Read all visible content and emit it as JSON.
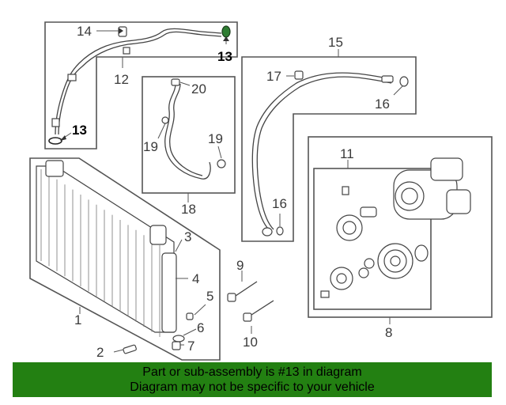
{
  "callouts": {
    "c1": "1",
    "c2": "2",
    "c3": "3",
    "c4": "4",
    "c5": "5",
    "c6": "6",
    "c7": "7",
    "c8": "8",
    "c9": "9",
    "c10": "10",
    "c11": "11",
    "c12": "12",
    "c13a": "13",
    "c13b": "13",
    "c14": "14",
    "c15": "15",
    "c16a": "16",
    "c16b": "16",
    "c17": "17",
    "c18": "18",
    "c19a": "19",
    "c19b": "19",
    "c20": "20"
  },
  "banner": {
    "line1": "Part or sub-assembly is #13 in diagram",
    "line2": "Diagram may not be specific to your vehicle"
  },
  "colors": {
    "banner_bg": "#238012",
    "highlight_part": "#2e7d32"
  }
}
